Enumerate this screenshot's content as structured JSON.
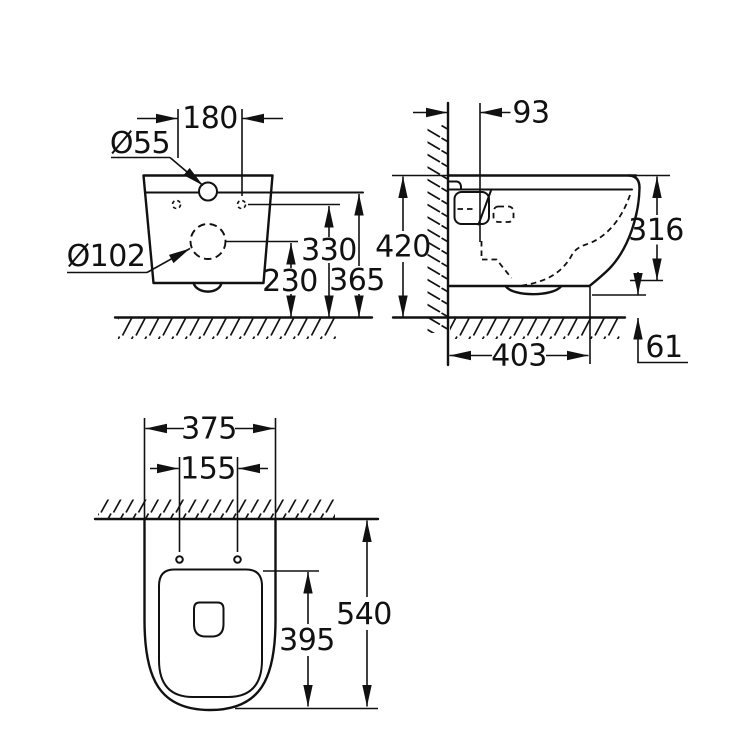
{
  "title": "Wall-hung toilet technical dimension drawing",
  "colors": {
    "line": "#111111",
    "background": "#ffffff"
  },
  "views": {
    "front": {
      "dim_width_top": "180",
      "dim_hole_diameter": "Ø55",
      "dim_drain_diameter": "Ø102",
      "dim_height_holes": "330",
      "dim_height_drain": "230",
      "dim_height_rim": "365"
    },
    "side": {
      "dim_flush_offset": "93",
      "dim_total_height": "420",
      "dim_front_height": "316",
      "dim_depth": "403",
      "dim_bottom_clearance": "61"
    },
    "plan": {
      "dim_outer_width": "375",
      "dim_hole_spacing": "155",
      "dim_total_depth": "540",
      "dim_seat_depth": "395"
    }
  }
}
